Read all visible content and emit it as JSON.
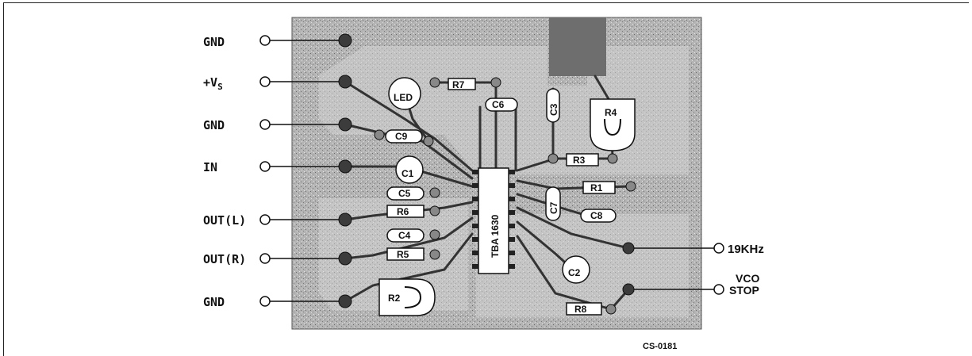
{
  "pins_left": [
    {
      "label": "GND"
    },
    {
      "label": "+V",
      "sub": "S"
    },
    {
      "label": "GND"
    },
    {
      "label": "IN"
    },
    {
      "label": "OUT(L)"
    },
    {
      "label": "OUT(R)"
    },
    {
      "label": "GND"
    }
  ],
  "pins_right": [
    {
      "label": "19KHz"
    },
    {
      "label_line1": "VCO",
      "label_line2": "STOP"
    }
  ],
  "ic_label": "TBA 1630",
  "components": {
    "led": "LED",
    "r1": "R1",
    "r2": "R2",
    "r3": "R3",
    "r4": "R4",
    "r5": "R5",
    "r6": "R6",
    "r7": "R7",
    "r8": "R8",
    "c1": "C1",
    "c2": "C2",
    "c3": "C3",
    "c4": "C4",
    "c5": "C5",
    "c6": "C6",
    "c7": "C7",
    "c8": "C8",
    "c9": "C9"
  },
  "figure_code": "CS-0181",
  "colors": {
    "board": "#a9a9a9",
    "ink": "#111111",
    "pad": "#444444"
  }
}
